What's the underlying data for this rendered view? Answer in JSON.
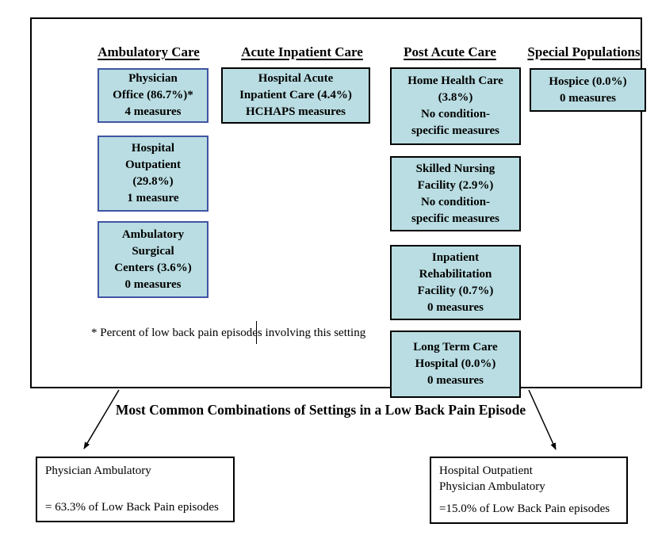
{
  "colors": {
    "setting_box_fill": "#b9dde2",
    "ambulatory_box_border": "#4054a4",
    "default_border": "#000000"
  },
  "panel": {
    "columns": [
      {
        "header": "Ambulatory Care",
        "boxes": [
          {
            "text": "Physician\nOffice (86.7%)*\n4 measures"
          },
          {
            "text": "Hospital\nOutpatient\n(29.8%)\n1 measure"
          },
          {
            "text": "Ambulatory\nSurgical\nCenters (3.6%)\n0 measures"
          }
        ]
      },
      {
        "header": "Acute Inpatient Care",
        "boxes": [
          {
            "text": "Hospital Acute\nInpatient Care (4.4%)\nHCHAPS measures"
          }
        ]
      },
      {
        "header": "Post Acute Care",
        "boxes": [
          {
            "text": "Home Health Care\n(3.8%)\nNo condition-\nspecific measures"
          },
          {
            "text": "Skilled Nursing\nFacility (2.9%)\nNo condition-\nspecific measures"
          },
          {
            "text": "Inpatient\nRehabilitation\nFacility (0.7%)\n0 measures"
          },
          {
            "text": "Long Term Care\nHospital (0.0%)\n0 measures"
          }
        ]
      },
      {
        "header": "Special Populations",
        "boxes": [
          {
            "text": "Hospice (0.0%)\n0 measures"
          }
        ]
      }
    ],
    "footnote": "* Percent of low back pain episodes involving this setting"
  },
  "combinations": {
    "title": "Most Common Combinations of Settings in a Low Back Pain Episode",
    "left": {
      "settings": "Physician Ambulatory",
      "stat": "= 63.3% of Low Back Pain episodes"
    },
    "right": {
      "settings": "Hospital Outpatient\nPhysician Ambulatory",
      "stat": "=15.0% of Low Back Pain episodes"
    }
  }
}
